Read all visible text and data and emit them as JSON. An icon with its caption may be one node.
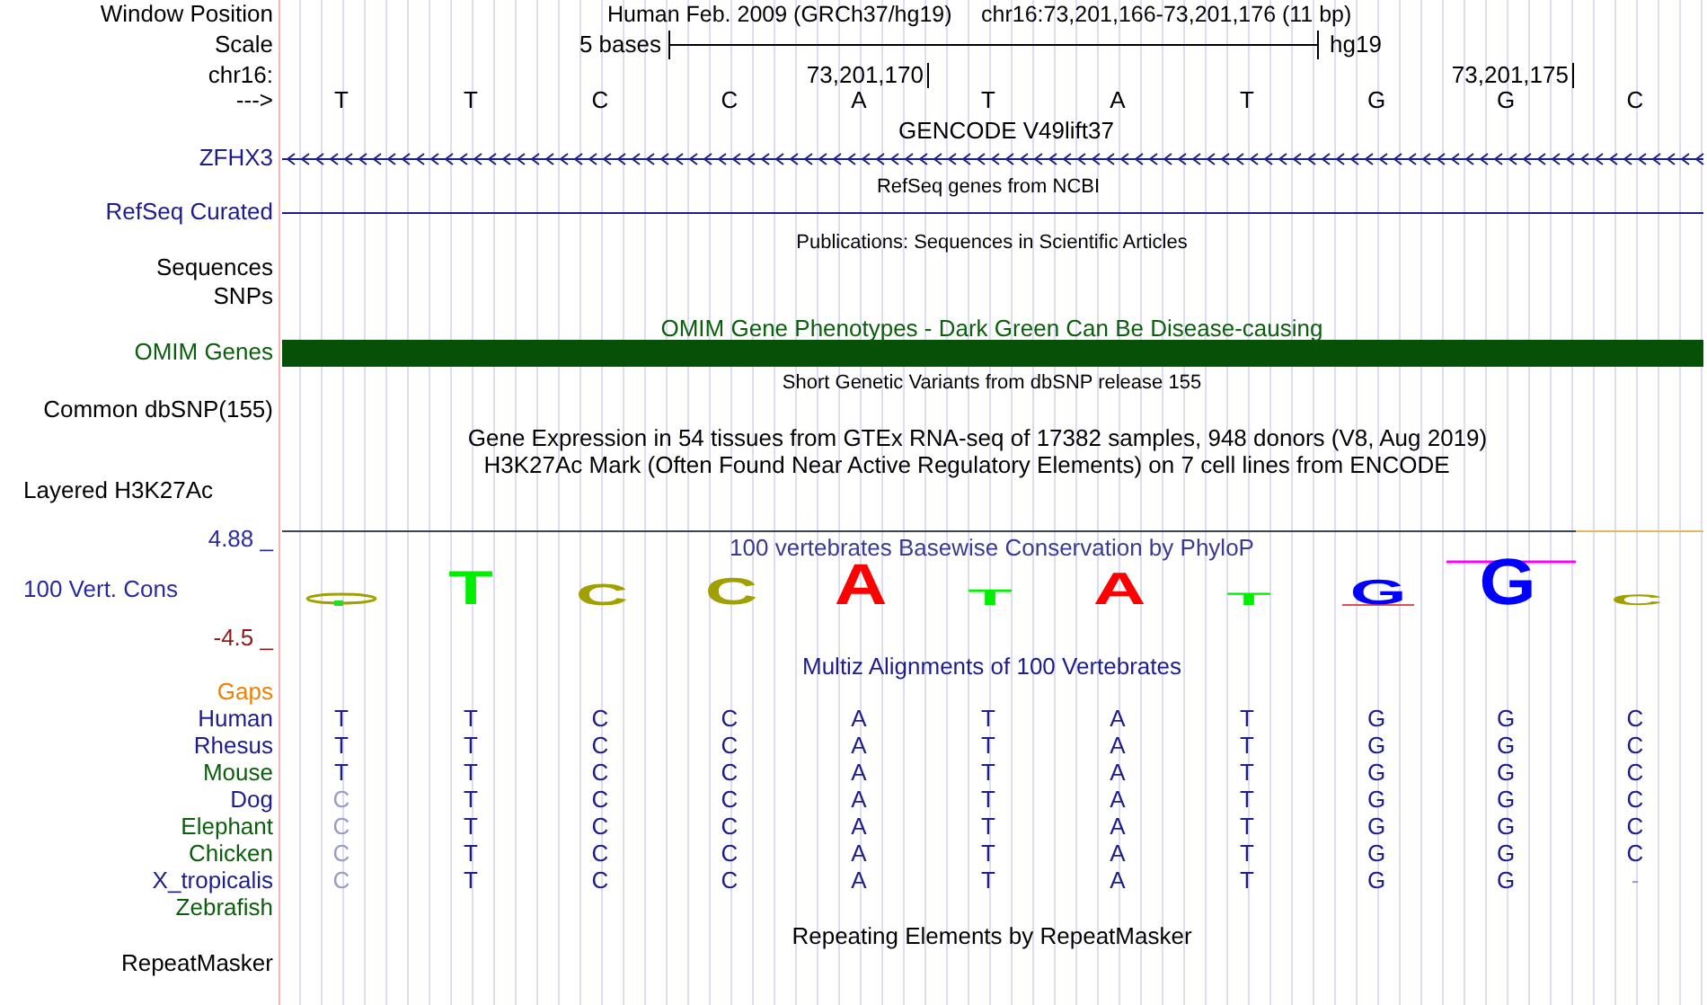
{
  "diagram": {
    "labels": [
      "Window Position",
      "Human Feb. 2009 (GRCh37/hg19)",
      "chr16:73,201,166-73,201,176 (11 bp)",
      "Scale",
      "5 bases",
      "hg19",
      "chr16:",
      "73,201,170",
      "73,201,175",
      "--->",
      "T",
      "T",
      "C",
      "C",
      "A",
      "T",
      "A",
      "T",
      "G",
      "G",
      "C",
      "GENCODE V49lift37",
      "ZFHX3",
      "RefSeq genes from NCBI",
      "RefSeq Curated",
      "Publications: Sequences in Scientific Articles",
      "Sequences",
      "SNPs",
      "OMIM Gene Phenotypes - Dark Green Can Be Disease-causing",
      "OMIM Genes",
      "Short Genetic Variants from dbSNP release 155",
      "Common dbSNP(155)",
      "Gene Expression in 54 tissues from GTEx RNA-seq of 17382 samples, 948 donors (V8, Aug 2019)",
      "H3K27Ac Mark (Often Found Near Active Regulatory Elements) on 7 cell lines from ENCODE",
      "Layered H3K27Ac",
      "4.88 _",
      "100 vertebrates Basewise Conservation by PhyloP",
      "100 Vert. Cons",
      "T",
      "C",
      "C",
      "A",
      "T",
      "A",
      "T",
      "G",
      "G",
      "C",
      "-4.5 _",
      "Multiz Alignments of 100 Vertebrates",
      "Gaps",
      "Human",
      "T",
      "T",
      "C",
      "C",
      "A",
      "T",
      "A",
      "T",
      "G",
      "G",
      "C",
      "Rhesus",
      "T",
      "T",
      "C",
      "C",
      "A",
      "T",
      "A",
      "T",
      "G",
      "G",
      "C",
      "Mouse",
      "T",
      "T",
      "C",
      "C",
      "A",
      "T",
      "A",
      "T",
      "G",
      "G",
      "C",
      "Dog",
      "C",
      "T",
      "C",
      "C",
      "A",
      "T",
      "A",
      "T",
      "G",
      "G",
      "C",
      "Elephant",
      "C",
      "T",
      "C",
      "C",
      "A",
      "T",
      "A",
      "T",
      "G",
      "G",
      "C",
      "Chicken",
      "C",
      "T",
      "C",
      "C",
      "A",
      "T",
      "A",
      "T",
      "G",
      "G",
      "C",
      "X_tropicalis",
      "C",
      "T",
      "C",
      "C",
      "A",
      "T",
      "A",
      "T",
      "G",
      "G",
      "-",
      "Zebrafish",
      "Repeating Elements by RepeatMasker",
      "RepeatMasker"
    ]
  }
}
